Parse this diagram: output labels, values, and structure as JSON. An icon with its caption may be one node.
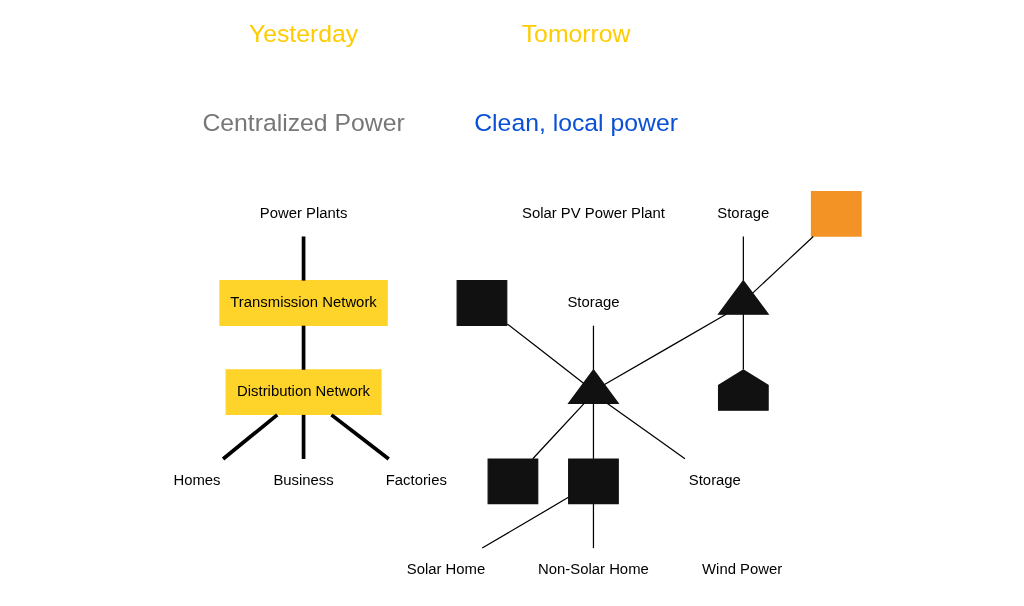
{
  "diagram": {
    "nodes": [
      {
        "text": [
          "Power Plants"
        ]
      },
      {
        "text": [
          "Transmission Network"
        ]
      },
      {
        "text": [
          "Distribution Network"
        ]
      },
      {
        "text": [
          "Homes"
        ]
      },
      {
        "text": [
          "Business"
        ]
      },
      {
        "text": [
          "Factories"
        ]
      },
      {
        "text": [],
        "shape": "box"
      },
      {
        "text": [
          "Solar PV Power Plant"
        ]
      },
      {
        "text": [
          "Storage"
        ]
      },
      {
        "text": [
          "Storage"
        ]
      },
      {
        "text": [],
        "shape": "box"
      },
      {
        "text": [],
        "shape": "triangle"
      },
      {
        "text": [],
        "shape": "triangle"
      },
      {
        "text": [],
        "shape": "box"
      },
      {
        "text": [],
        "shape": "house"
      },
      {
        "text": [],
        "shape": "box"
      },
      {
        "text": [
          "Storage"
        ]
      },
      {
        "text": [
          "Wind Power"
        ]
      },
      {
        "text": [
          "Solar Home"
        ]
      },
      {
        "text": [
          "Non-Solar Home"
        ]
      }
    ],
    "edges": [
      {
        "from": 0,
        "to": 1,
        "arrow": "none",
        "style": "thick"
      },
      {
        "from": 1,
        "to": 2,
        "arrow": "none",
        "style": "thick"
      },
      {
        "from": 2,
        "to": 3,
        "arrow": "none",
        "style": "thick"
      },
      {
        "from": 2,
        "to": 4,
        "arrow": "none",
        "style": "thick"
      },
      {
        "from": 2,
        "to": 5,
        "arrow": "none",
        "style": "thick"
      },
      {
        "from": 6,
        "to": 12,
        "arrow": "none"
      },
      {
        "from": 8,
        "to": 12,
        "arrow": "none"
      },
      {
        "from": 9,
        "to": 11,
        "arrow": "none"
      },
      {
        "from": 10,
        "to": 11,
        "arrow": "none"
      },
      {
        "from": 11,
        "to": 12,
        "arrow": "none"
      },
      {
        "from": 12,
        "to": 13,
        "arrow": "none"
      },
      {
        "from": 12,
        "to": 15,
        "arrow": "none"
      },
      {
        "from": 11,
        "to": 14,
        "arrow": "none"
      },
      {
        "from": 12,
        "to": 16,
        "arrow": "none"
      },
      {
        "from": 15,
        "to": 18,
        "arrow": "none"
      },
      {
        "from": 15,
        "to": 19,
        "arrow": "none"
      }
    ],
    "labels": [
      "Yesterday",
      "Centralized Power",
      "Tomorrow",
      "Clean, local power"
    ]
  }
}
